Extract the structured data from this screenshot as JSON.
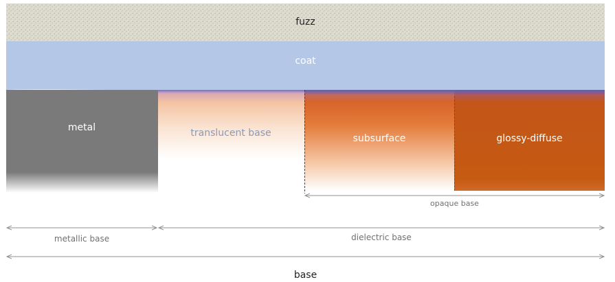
{
  "layers": {
    "fuzz": "fuzz",
    "coat": "coat",
    "metal": "metal",
    "translucent": "translucent base",
    "subsurface": "subsurface",
    "glossy_diffuse": "glossy-diffuse"
  },
  "dimensions": {
    "opaque_base": "opaque base",
    "metallic_base": "metallic base",
    "dielectric_base": "dielectric base",
    "base": "base"
  },
  "colors": {
    "fuzz": "#dcdbcf",
    "coat": "#b3c6e5",
    "metal": "#7a7a7a",
    "translucent": "#f5c3a3",
    "subsurface": "#e07530",
    "glossy_diffuse": "#c55a11",
    "interface": "#5a5fc0",
    "dimension_line": "#909090"
  }
}
